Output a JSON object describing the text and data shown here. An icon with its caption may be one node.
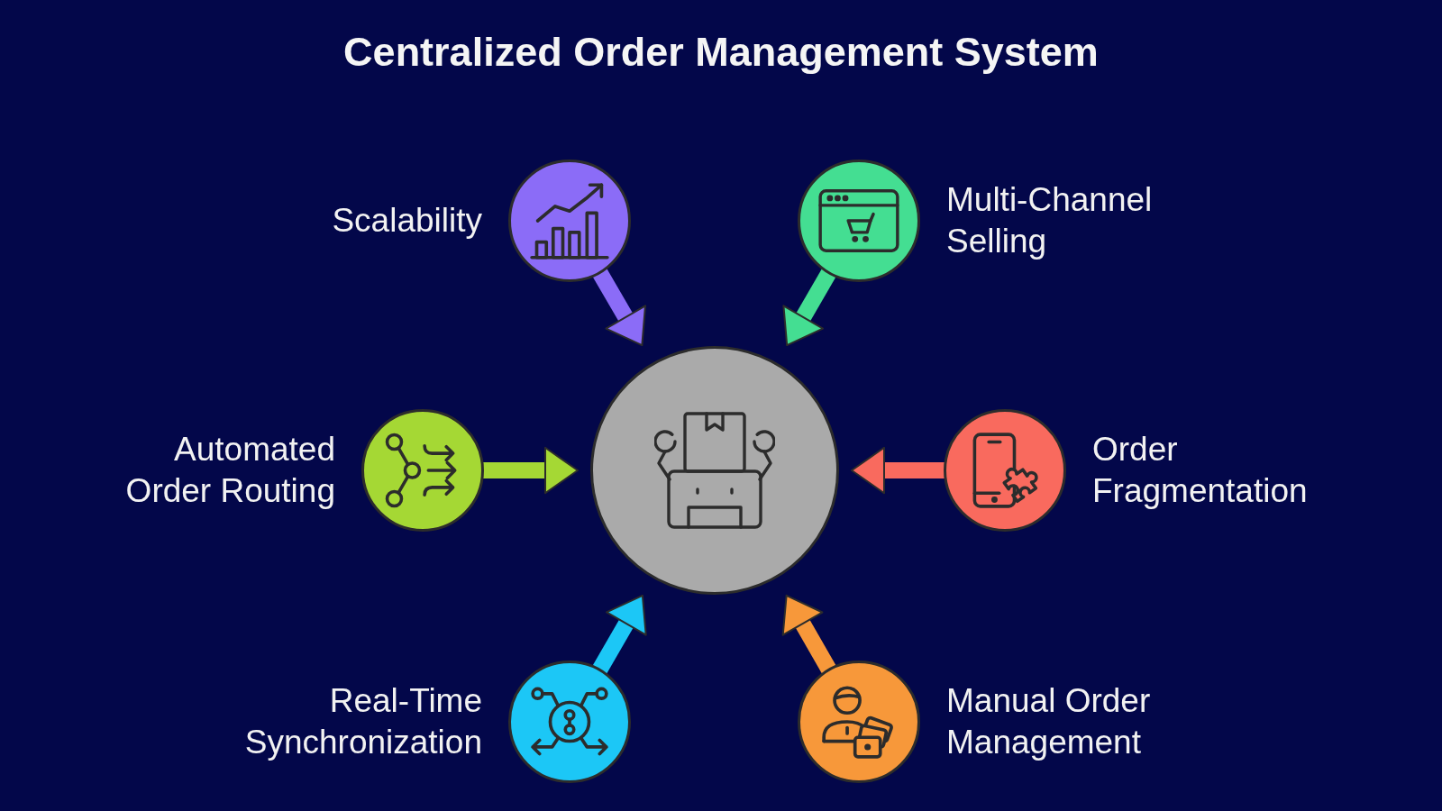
{
  "diagram": {
    "title": "Centralized Order Management System",
    "nodes": [
      {
        "text": [
          "Scalability"
        ]
      },
      {
        "text": [
          "Multi-Channel Selling"
        ]
      },
      {
        "text": [
          "Automated Order Routing"
        ]
      },
      {
        "text": [],
        "shape": "circle"
      },
      {
        "text": [
          "Order Fragmentation"
        ]
      },
      {
        "text": [
          "Real-Time Synchronization"
        ]
      },
      {
        "text": [
          "Manual Order Management"
        ]
      }
    ],
    "edges": [
      {
        "from": 0,
        "to": 3,
        "arrow": "to",
        "color": "#8b6cf7"
      },
      {
        "from": 1,
        "to": 3,
        "arrow": "to",
        "color": "#44de92"
      },
      {
        "from": 2,
        "to": 3,
        "arrow": "to",
        "color": "#a5d834"
      },
      {
        "from": 4,
        "to": 3,
        "arrow": "to",
        "color": "#f96a5e"
      },
      {
        "from": 5,
        "to": 3,
        "arrow": "to",
        "color": "#1cc7f6"
      },
      {
        "from": 6,
        "to": 3,
        "arrow": "to",
        "color": "#f7983a"
      }
    ]
  }
}
